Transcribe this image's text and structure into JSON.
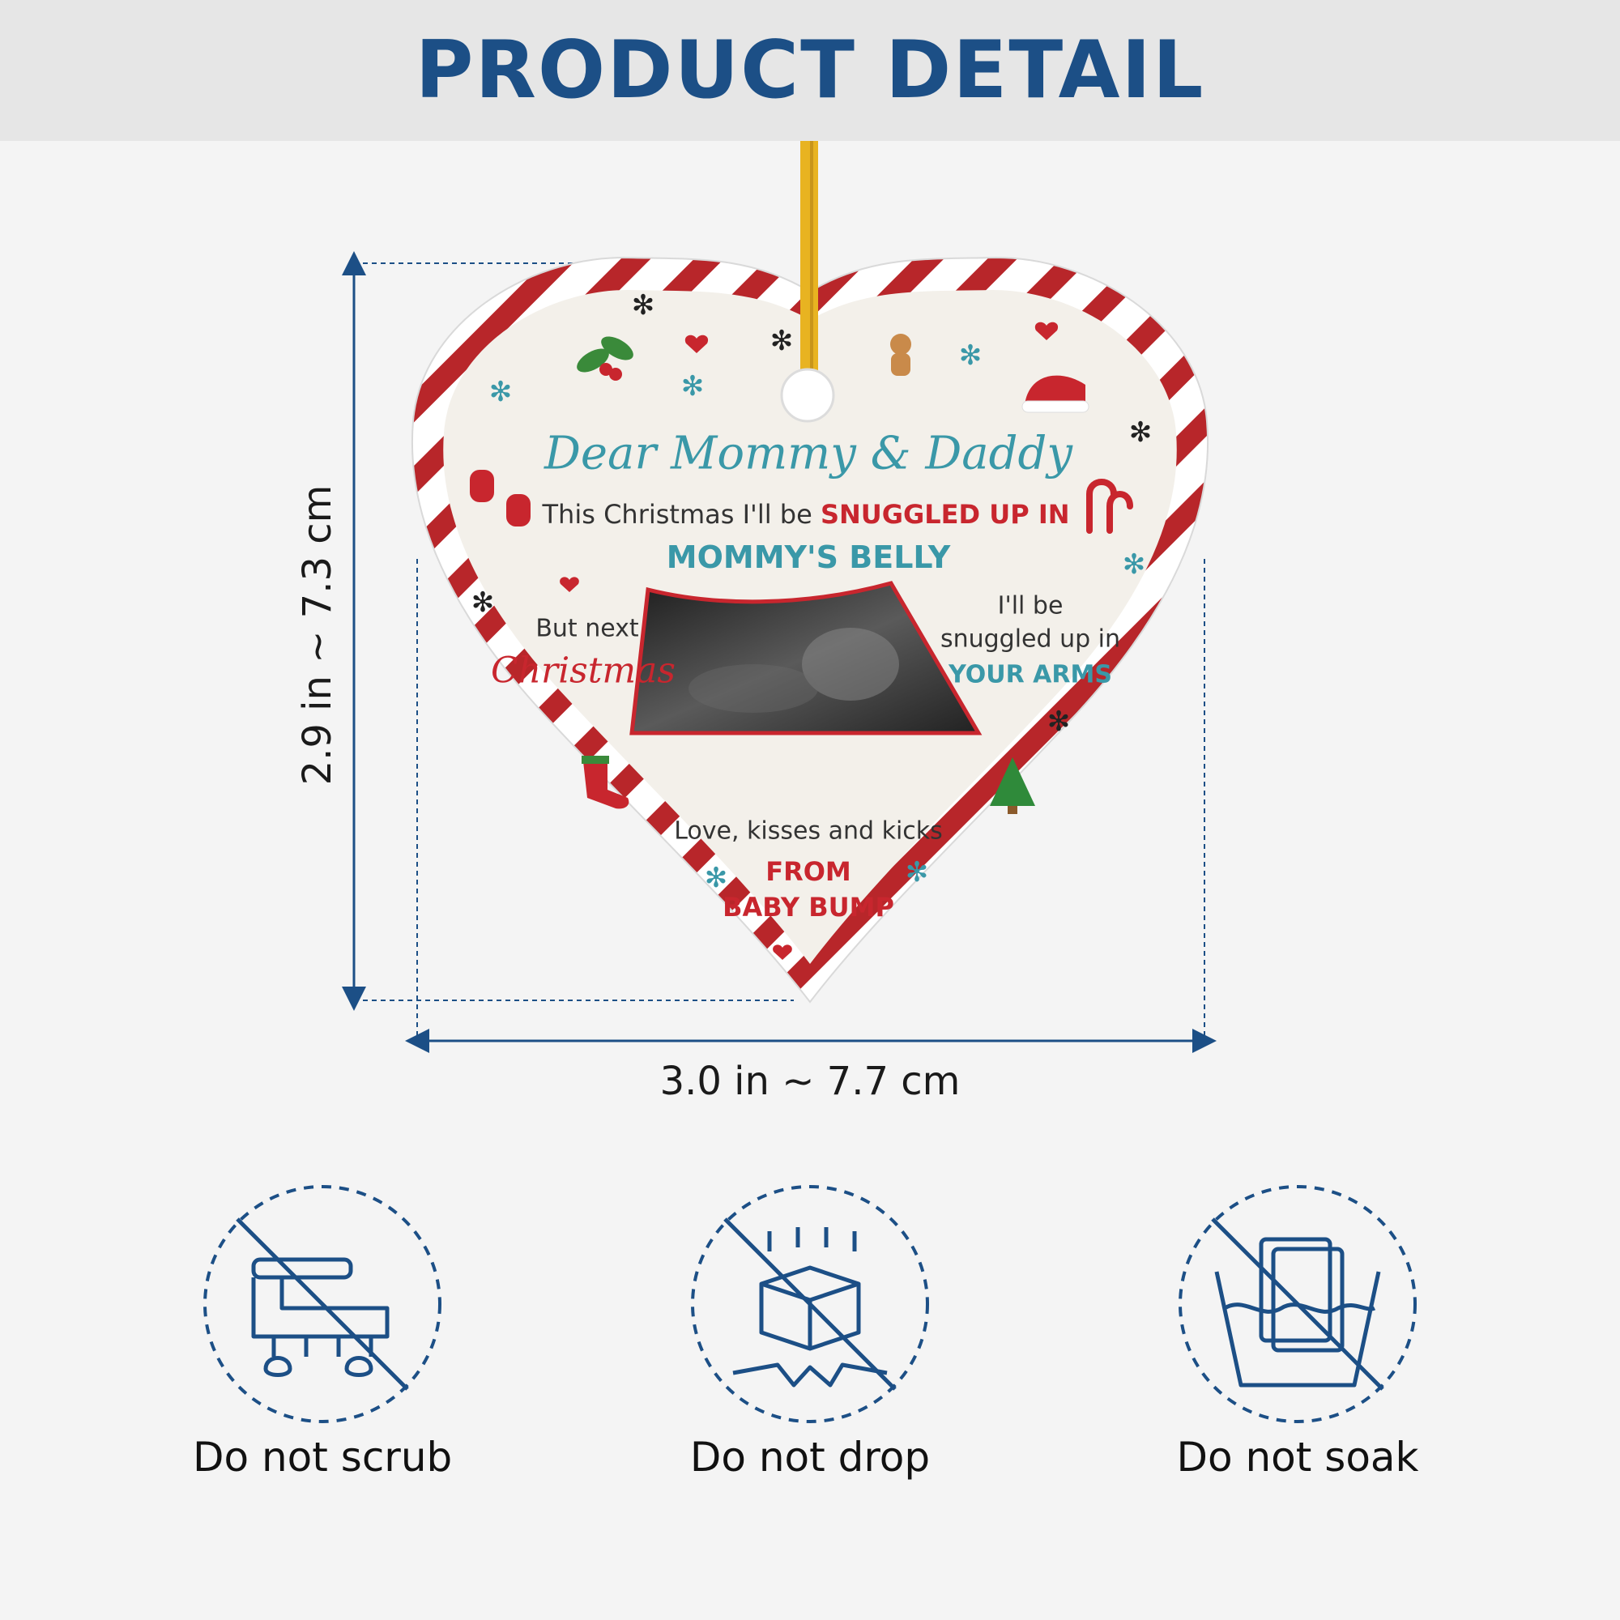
{
  "header": {
    "title": "PRODUCT DETAIL"
  },
  "dimensions": {
    "height_label": "2.9 in ~ 7.3 cm",
    "width_label": "3.0 in ~ 7.7 cm"
  },
  "ornament": {
    "greeting": "Dear Mommy & Daddy",
    "line1_prefix": "This Christmas I'll be",
    "line1_highlight": "SNUGGLED UP IN",
    "line2": "MOMMY'S BELLY",
    "left_line1": "But next",
    "left_line2": "Christmas",
    "right_line1": "I'll be",
    "right_line2": "snuggled up in",
    "right_line3": "YOUR ARMS",
    "bottom_line1": "Love, kisses and kicks",
    "bottom_line2": "FROM",
    "bottom_line3": "BABY BUMP"
  },
  "care": [
    {
      "label": "Do not scrub",
      "icon": "no-scrub-icon"
    },
    {
      "label": "Do not drop",
      "icon": "no-drop-icon"
    },
    {
      "label": "Do not soak",
      "icon": "no-soak-icon"
    }
  ],
  "colors": {
    "header_text": "#1c4f86",
    "dimension_lines": "#1c4f86",
    "stripe_red": "#b8262a",
    "teal_text": "#3a98a8",
    "red_text": "#c8262e",
    "icon_blue": "#1c4f86"
  }
}
